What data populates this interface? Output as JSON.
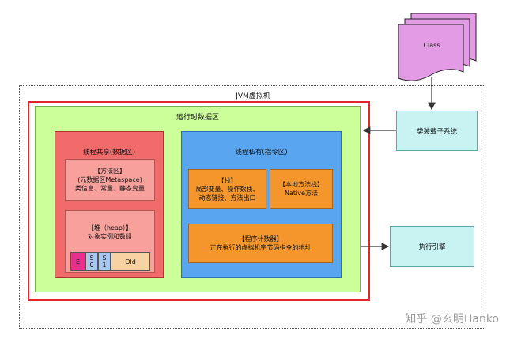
{
  "class_file": {
    "label": "Class"
  },
  "jvm": {
    "title": "JVM虚拟机"
  },
  "runtime_area": {
    "title": "运行时数据区"
  },
  "shared_area": {
    "title": "线程共享(数据区)",
    "method_area": {
      "line1": "【方法区】",
      "line2": "(元数据区Metaspace)",
      "line3": "类信息、常量、静态变量"
    },
    "heap": {
      "title": "【堆（heap）】",
      "subtitle": "对象实例和数组",
      "generations": {
        "eden": "E",
        "s0_letter": "S",
        "s0_digit": "0",
        "s1_letter": "S",
        "s1_digit": "1",
        "old": "Old"
      }
    }
  },
  "private_area": {
    "title": "线程私有(指令区)",
    "stack": {
      "line1": "【栈】",
      "line2": "局部变量、操作数栈、",
      "line3": "动态链接、方法出口"
    },
    "native_stack": {
      "line1": "【本地方法栈】",
      "line2": "Native方法"
    },
    "pc_register": {
      "line1": "【程序计数器】",
      "line2": "正在执行的虚拟机字节码指令的地址"
    }
  },
  "class_loader": {
    "label": "类装载子系统"
  },
  "execution_engine": {
    "label": "执行引擎"
  },
  "watermark": {
    "text": "知乎 @玄明Hanko"
  },
  "colors": {
    "runtime_border": "#e0262a",
    "runtime_fill": "#ccff99",
    "shared_fill": "#f26b6b",
    "private_fill": "#5aa5f0",
    "memory_block": "#f7a09c",
    "orange_block": "#f4962b",
    "subsystem_fill": "#c9f3f3",
    "document_fill": "#e49be6"
  }
}
